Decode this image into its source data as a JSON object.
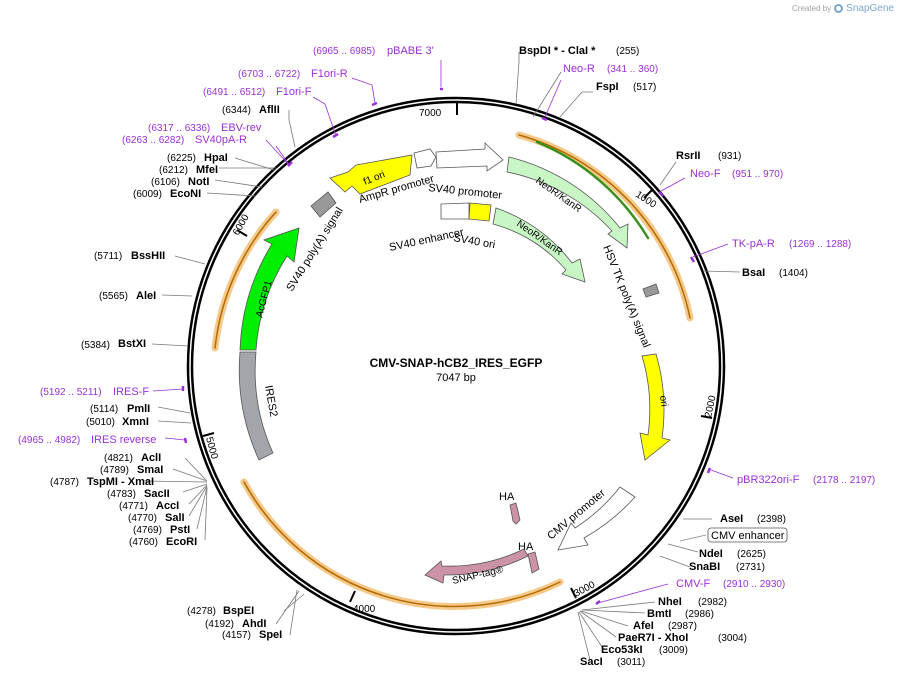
{
  "branding": {
    "created_by": "Created by",
    "product": "SnapGene"
  },
  "plasmid": {
    "name": "CMV-SNAP-hCB2_IRES_EGFP",
    "length": "7047 bp"
  },
  "colors": {
    "primer": "#9b30d8",
    "enzyme": "#000000",
    "orf_highlight": "#f5c98a",
    "orf_line": "#b36a00"
  },
  "ticks": [
    "1000",
    "2000",
    "3000",
    "4000",
    "5000",
    "6000",
    "7000"
  ],
  "enzymes": [
    {
      "id": "bspdi",
      "name": "BspDI * - ClaI *",
      "pos": "(255)"
    },
    {
      "id": "fspi",
      "name": "FspI",
      "pos": "(517)"
    },
    {
      "id": "rsrii",
      "name": "RsrII",
      "pos": "(931)"
    },
    {
      "id": "bsai",
      "name": "BsaI",
      "pos": "(1404)"
    },
    {
      "id": "asei",
      "name": "AseI",
      "pos": "(2398)"
    },
    {
      "id": "ndei",
      "name": "NdeI",
      "pos": "(2625)"
    },
    {
      "id": "snabi",
      "name": "SnaBI",
      "pos": "(2731)"
    },
    {
      "id": "nhei",
      "name": "NheI",
      "pos": "(2982)"
    },
    {
      "id": "bmti",
      "name": "BmtI",
      "pos": "(2986)"
    },
    {
      "id": "afei",
      "name": "AfeI",
      "pos": "(2987)"
    },
    {
      "id": "paer7i",
      "name": "PaeR7I - XhoI",
      "pos": "(3004)"
    },
    {
      "id": "eco53ki",
      "name": "Eco53kI",
      "pos": "(3009)"
    },
    {
      "id": "saci",
      "name": "SacI",
      "pos": "(3011)"
    },
    {
      "id": "bspei",
      "name": "BspEI",
      "pos": "(4278)"
    },
    {
      "id": "ahdi",
      "name": "AhdI",
      "pos": "(4192)"
    },
    {
      "id": "spei",
      "name": "SpeI",
      "pos": "(4157)"
    },
    {
      "id": "ecori",
      "name": "EcoRI",
      "pos": "(4760)"
    },
    {
      "id": "psti",
      "name": "PstI",
      "pos": "(4769)"
    },
    {
      "id": "sali",
      "name": "SalI",
      "pos": "(4770)"
    },
    {
      "id": "acci",
      "name": "AccI",
      "pos": "(4771)"
    },
    {
      "id": "sacii",
      "name": "SacII",
      "pos": "(4783)"
    },
    {
      "id": "tspmi",
      "name": "TspMI - XmaI",
      "pos": "(4787)"
    },
    {
      "id": "smai",
      "name": "SmaI",
      "pos": "(4789)"
    },
    {
      "id": "acli",
      "name": "AclI",
      "pos": "(4821)"
    },
    {
      "id": "xmni",
      "name": "XmnI",
      "pos": "(5010)"
    },
    {
      "id": "pmli",
      "name": "PmlI",
      "pos": "(5114)"
    },
    {
      "id": "bstxi",
      "name": "BstXI",
      "pos": "(5384)"
    },
    {
      "id": "alei",
      "name": "AleI",
      "pos": "(5565)"
    },
    {
      "id": "bsshii",
      "name": "BssHII",
      "pos": "(5711)"
    },
    {
      "id": "econi",
      "name": "EcoNI",
      "pos": "(6009)"
    },
    {
      "id": "noti",
      "name": "NotI",
      "pos": "(6106)"
    },
    {
      "id": "mfei",
      "name": "MfeI",
      "pos": "(6212)"
    },
    {
      "id": "hpai",
      "name": "HpaI",
      "pos": "(6225)"
    },
    {
      "id": "aflii",
      "name": "AflII",
      "pos": "(6344)"
    }
  ],
  "primers": [
    {
      "id": "pbabe3",
      "name": "pBABE 3'",
      "pos": "(6965 .. 6985)"
    },
    {
      "id": "f1orir",
      "name": "F1ori-R",
      "pos": "(6703 .. 6722)"
    },
    {
      "id": "f1orif",
      "name": "F1ori-F",
      "pos": "(6491 .. 6512)"
    },
    {
      "id": "ebvrev",
      "name": "EBV-rev",
      "pos": "(6317 .. 6336)"
    },
    {
      "id": "sv40par",
      "name": "SV40pA-R",
      "pos": "(6263 .. 6282)"
    },
    {
      "id": "neor",
      "name": "Neo-R",
      "pos": "(341 .. 360)"
    },
    {
      "id": "neof",
      "name": "Neo-F",
      "pos": "(951 .. 970)"
    },
    {
      "id": "tkpar",
      "name": "TK-pA-R",
      "pos": "(1269 .. 1288)"
    },
    {
      "id": "pbr322",
      "name": "pBR322ori-F",
      "pos": "(2178 .. 2197)"
    },
    {
      "id": "cmvf",
      "name": "CMV-F",
      "pos": "(2910 .. 2930)"
    },
    {
      "id": "iresf",
      "name": "IRES-F",
      "pos": "(5192 .. 5211)"
    },
    {
      "id": "iresrev",
      "name": "IRES reverse",
      "pos": "(4965 .. 4982)"
    }
  ],
  "features": {
    "f1_ori": "f1 ori",
    "ampr_promoter": "AmpR promoter",
    "sv40_promoter": "SV40 promoter",
    "neor_kanr_1": "NeoR/KanR",
    "neor_kanr_2": "NeoR/KanR",
    "sv40_enhancer": "SV40 enhancer",
    "sv40_ori": "SV40 ori",
    "hsv_tk_polya": "HSV TK poly(A) signal",
    "sv40_polya": "SV40 poly(A) signal",
    "acgfp1": "AcGFP1",
    "ori": "ori",
    "ires2": "IRES2",
    "cmv_promoter": "CMV promoter",
    "cmv_enhancer": "CMV enhancer",
    "ha_1": "HA",
    "ha_2": "HA",
    "snap_tag": "SNAP-tag®"
  }
}
